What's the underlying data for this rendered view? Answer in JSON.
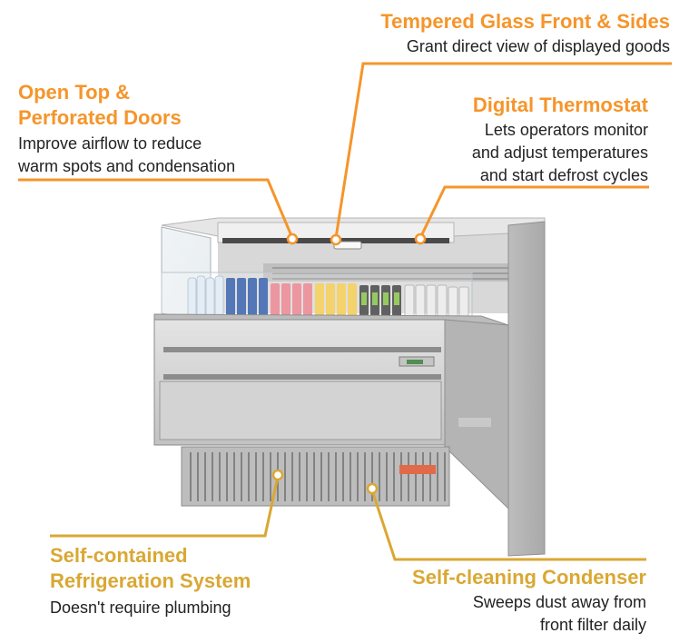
{
  "features": {
    "tempered_glass": {
      "title": "Tempered Glass Front & Sides",
      "desc": "Grant direct view of displayed goods"
    },
    "open_top": {
      "title_line1": "Open Top &",
      "title_line2": "Perforated Doors",
      "desc_line1": "Improve airflow to reduce",
      "desc_line2": "warm spots and condensation"
    },
    "digital_thermostat": {
      "title": "Digital Thermostat",
      "desc_line1": "Lets operators monitor",
      "desc_line2": "and adjust temperatures",
      "desc_line3": "and start defrost cycles"
    },
    "self_contained": {
      "title_line1": "Self-contained",
      "title_line2": "Refrigeration System",
      "desc": "Doesn't require plumbing"
    },
    "self_cleaning": {
      "title": "Self-cleaning Condenser",
      "desc_line1": "Sweeps dust away from",
      "desc_line2": "front filter daily"
    }
  },
  "colors": {
    "orange_accent": "#f5952a",
    "gold_accent": "#d9a834",
    "steel": "#c9c9c9",
    "steel_dark": "#9a9a9a"
  }
}
